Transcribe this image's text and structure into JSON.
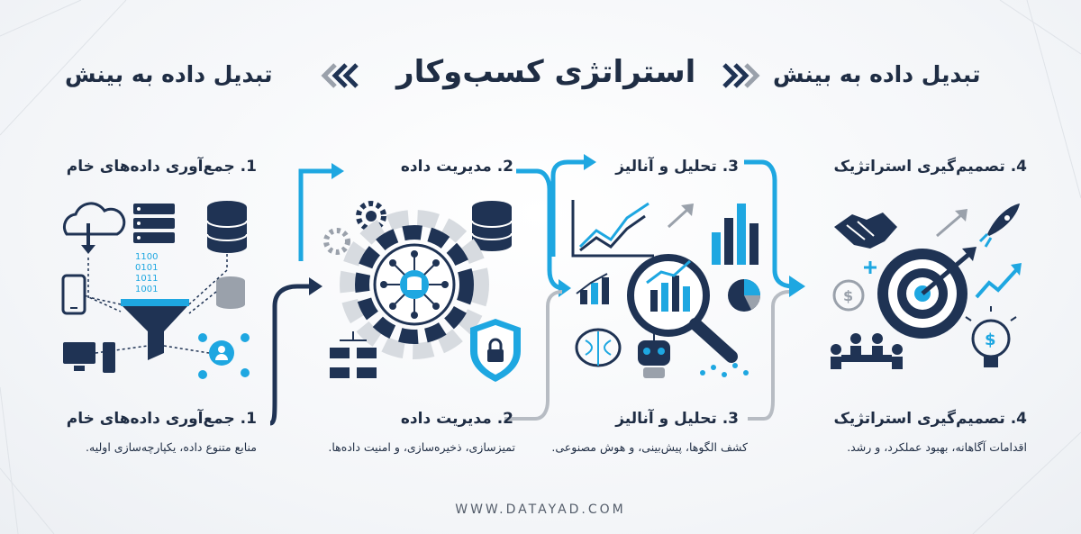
{
  "header": {
    "left_text": "تبدیل داده به بینش",
    "center_text": "استراتژی کسب‌وکار",
    "right_text": "تبدیل داده به بینش"
  },
  "steps": [
    {
      "number": "1.",
      "title": "1. جمع‌آوری داده‌های خام",
      "bottom_title": "1. جمع‌آوری داده‌های خام",
      "desc": "منابع متنوع داده، یکپارچه‌سازی اولیه."
    },
    {
      "number": "2.",
      "title": "2. مدیریت داده",
      "bottom_title": "2. مدیریت داده",
      "desc": "تمیزسازی، ذخیره‌سازی، و امنیت داده‌ها."
    },
    {
      "number": "3.",
      "title": "3. تحلیل و آنالیز",
      "bottom_title": "3. تحلیل و آنالیز",
      "desc": "کشف الگوها، پیش‌بینی، و هوش مصنوعی."
    },
    {
      "number": "4.",
      "title": "4. تصمیم‌گیری استراتژیک",
      "bottom_title": "4. تصمیم‌گیری استراتژیک",
      "desc": "اقدامات آگاهانه، بهبود عملکرد، و رشد."
    }
  ],
  "binary_text": [
    "1100",
    "0101",
    "1011",
    "1001"
  ],
  "footer": "WWW.DATAYAD.COM",
  "colors": {
    "navy": "#1f3354",
    "blue": "#1ea7e1",
    "gray": "#9aa1ab",
    "text": "#1f2d44"
  }
}
